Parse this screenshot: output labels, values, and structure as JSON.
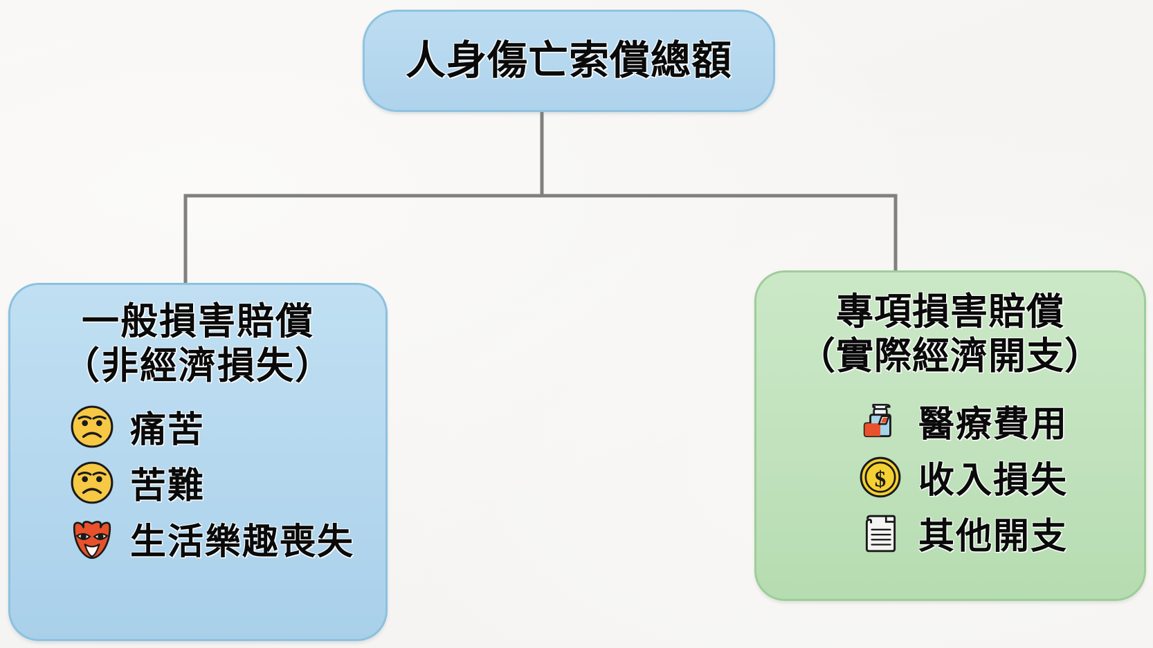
{
  "diagram": {
    "type": "hierarchy-tree",
    "background_color": "#f6f5f3",
    "connector_color": "#808080",
    "root": {
      "title": "人身傷亡索償總額",
      "fill_color": "#b6d8ef",
      "border_color": "#8fc3e0"
    },
    "branches": [
      {
        "id": "general-damages",
        "title_line1": "一般損害賠償",
        "title_line2": "（非經濟損失）",
        "fill_color": "#b7d9ef",
        "border_color": "#8cc1df",
        "items": [
          {
            "icon": "frowning-face-icon",
            "label": "痛苦"
          },
          {
            "icon": "frowning-face-icon",
            "label": "苦難"
          },
          {
            "icon": "performing-arts-mask-icon",
            "label": "生活樂趣喪失"
          }
        ]
      },
      {
        "id": "special-damages",
        "title_line1": "專項損害賠償",
        "title_line2": "（實際經濟開支）",
        "fill_color": "#c3e3bf",
        "border_color": "#9ecd98",
        "items": [
          {
            "icon": "lotion-bottle-icon",
            "label": "醫療費用"
          },
          {
            "icon": "dollar-coin-icon",
            "label": "收入損失"
          },
          {
            "icon": "receipt-page-icon",
            "label": "其他開支"
          }
        ]
      }
    ]
  },
  "palette": {
    "emoji_yellow": "#f7c844",
    "emoji_yellow_dark": "#e8a628",
    "mask_red": "#e8512b",
    "coin_gold": "#f5d033",
    "coin_gold_dark": "#d9a21b",
    "bottle_blue": "#a8d4e8",
    "bottle_orange": "#e8512b",
    "paper_white": "#f4f4f2",
    "outline_black": "#1a1a1a"
  }
}
